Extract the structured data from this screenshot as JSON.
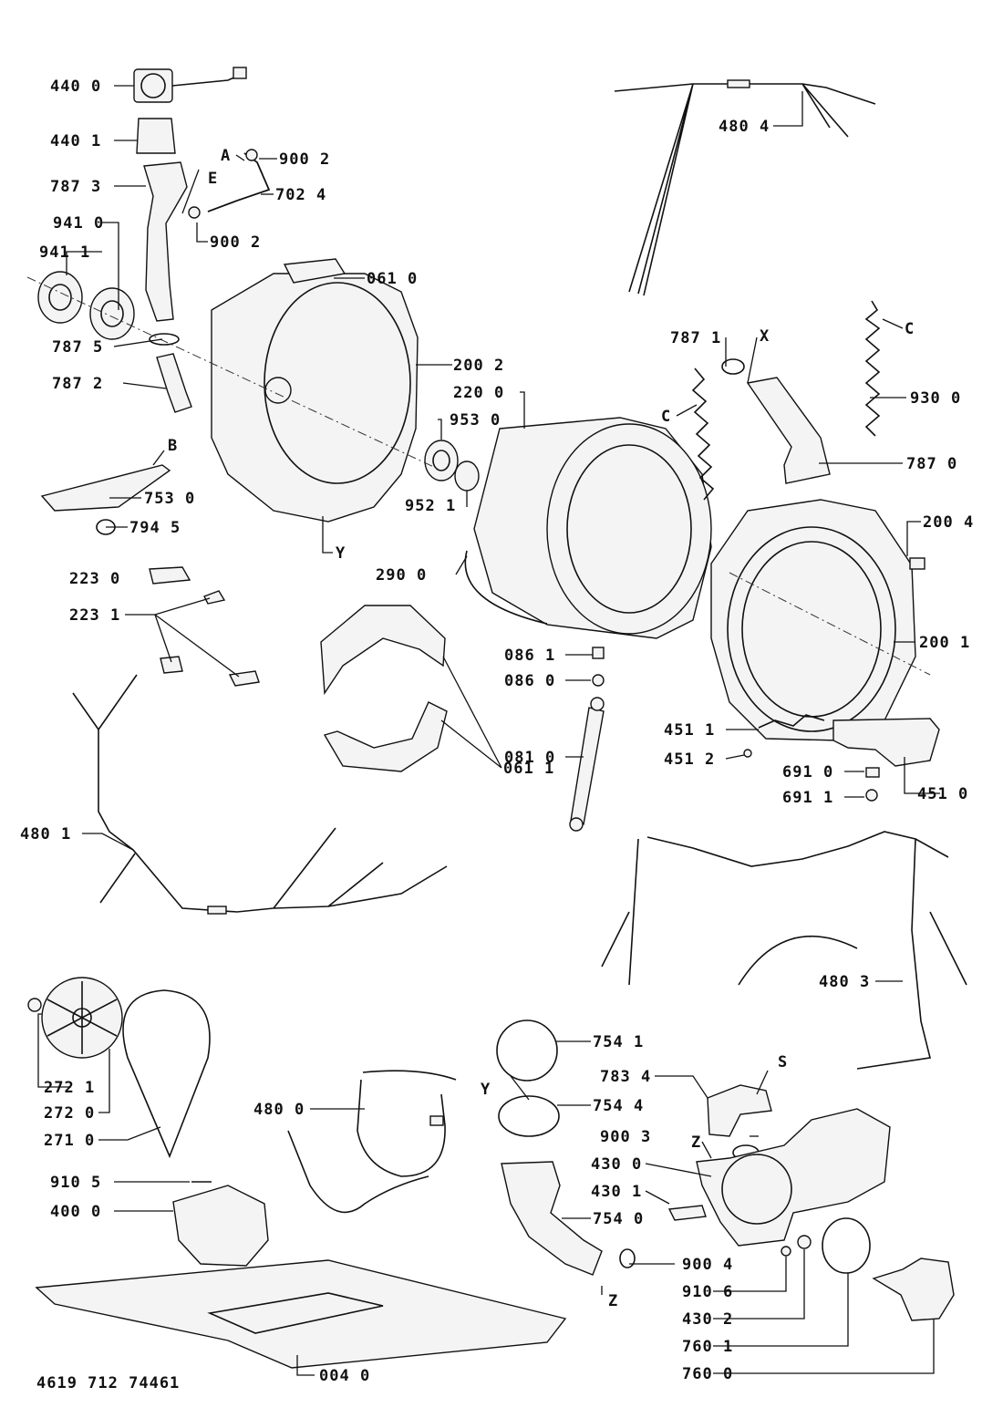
{
  "doc_number": "4619 712 74461",
  "callouts": [
    {
      "text": "440 0"
    },
    {
      "text": "440 1"
    },
    {
      "text": "787 3"
    },
    {
      "text": "941 0"
    },
    {
      "text": "941 1"
    },
    {
      "text": "900 2"
    },
    {
      "text": "702 4"
    },
    {
      "text": "900 2"
    },
    {
      "text": "061 0"
    },
    {
      "text": "787 5"
    },
    {
      "text": "787 2"
    },
    {
      "text": "200 2"
    },
    {
      "text": "220 0"
    },
    {
      "text": "953 0"
    },
    {
      "text": "952 1"
    },
    {
      "text": "753 0"
    },
    {
      "text": "794 5"
    },
    {
      "text": "223 0"
    },
    {
      "text": "223 1"
    },
    {
      "text": "290 0"
    },
    {
      "text": "480 4"
    },
    {
      "text": "787 1"
    },
    {
      "text": "930 0"
    },
    {
      "text": "787 0"
    },
    {
      "text": "200 4"
    },
    {
      "text": "200 1"
    },
    {
      "text": "086 1"
    },
    {
      "text": "086 0"
    },
    {
      "text": "061 1"
    },
    {
      "text": "081 0"
    },
    {
      "text": "451 1"
    },
    {
      "text": "451 2"
    },
    {
      "text": "691 0"
    },
    {
      "text": "691 1"
    },
    {
      "text": "451 0"
    },
    {
      "text": "480 1"
    },
    {
      "text": "480 3"
    },
    {
      "text": "272 1"
    },
    {
      "text": "272 0"
    },
    {
      "text": "271 0"
    },
    {
      "text": "480 0"
    },
    {
      "text": "754 1"
    },
    {
      "text": "783 4"
    },
    {
      "text": "754 4"
    },
    {
      "text": "900 3"
    },
    {
      "text": "430 0"
    },
    {
      "text": "430 1"
    },
    {
      "text": "754 0"
    },
    {
      "text": "910 5"
    },
    {
      "text": "400 0"
    },
    {
      "text": "900 4"
    },
    {
      "text": "910 6"
    },
    {
      "text": "430 2"
    },
    {
      "text": "760 1"
    },
    {
      "text": "760 0"
    },
    {
      "text": "004 0"
    }
  ],
  "markers": [
    {
      "text": "A"
    },
    {
      "text": "E"
    },
    {
      "text": "B"
    },
    {
      "text": "Y"
    },
    {
      "text": "C"
    },
    {
      "text": "X"
    },
    {
      "text": "C"
    },
    {
      "text": "Y"
    },
    {
      "text": "S"
    },
    {
      "text": "Z"
    },
    {
      "text": "Z"
    }
  ]
}
